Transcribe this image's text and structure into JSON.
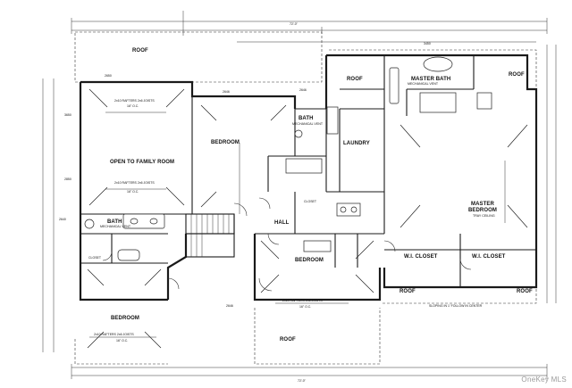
{
  "plan": {
    "overall_dim": "72'-0\"",
    "bottom_dim": "72'-0\"",
    "rooms": {
      "roof_top": "ROOF",
      "open_to_family_room": "OPEN TO FAMILY ROOM",
      "bedroom_upper_center": "BEDROOM",
      "bath_upper": "BATH",
      "bath_upper_note": "MECHANICAL VENT",
      "roof_mid": "ROOF",
      "master_bath": "MASTER BATH",
      "master_bath_note": "MECHANICAL VENT",
      "roof_right": "ROOF",
      "laundry": "LAUNDRY",
      "master_bedroom": "MASTER BEDROOM",
      "master_bedroom_note": "TRAY CEILING",
      "hall": "HALL",
      "bath_left": "BATH",
      "bath_left_note": "MECHANICAL VENT",
      "bedroom_center": "BEDROOM",
      "wic_left": "W.I. CLOSET",
      "wic_right": "W.I. CLOSET",
      "roof_lower_left": "ROOF",
      "roof_lower_right": "ROOF",
      "bedroom_lower_left": "BEDROOM",
      "roof_bottom": "ROOF",
      "closet_1": "CLOSET",
      "closet_2": "CLOSET"
    },
    "notes": {
      "rafters_family_1": "2x10 RAFTERS 2x6 JOISTS",
      "rafters_family_1_spacing": "16\" O.C.",
      "rafters_family_2": "2x10 RAFTERS 2x6 JOISTS",
      "rafters_family_2_spacing": "16\" O.C.",
      "rafters_bed_left": "2x10 RAFTERS 2x6 JOISTS",
      "rafters_bed_left_spacing": "16\" O.C.",
      "rafters_bed_center": "2x10 RAFTERS 2x6 JOISTS",
      "rafters_bed_center_spacing": "16\" O.C.",
      "trayceiling_note": "SLOPING IN 1' FOLLOW IN CENTER",
      "window_1": "2650",
      "window_2": "2646",
      "window_3": "3650",
      "window_4": "2850",
      "window_5": "2640",
      "window_6": "2646",
      "window_7": "2646",
      "window_8": "3450"
    }
  },
  "watermark": "OneKey MLS"
}
